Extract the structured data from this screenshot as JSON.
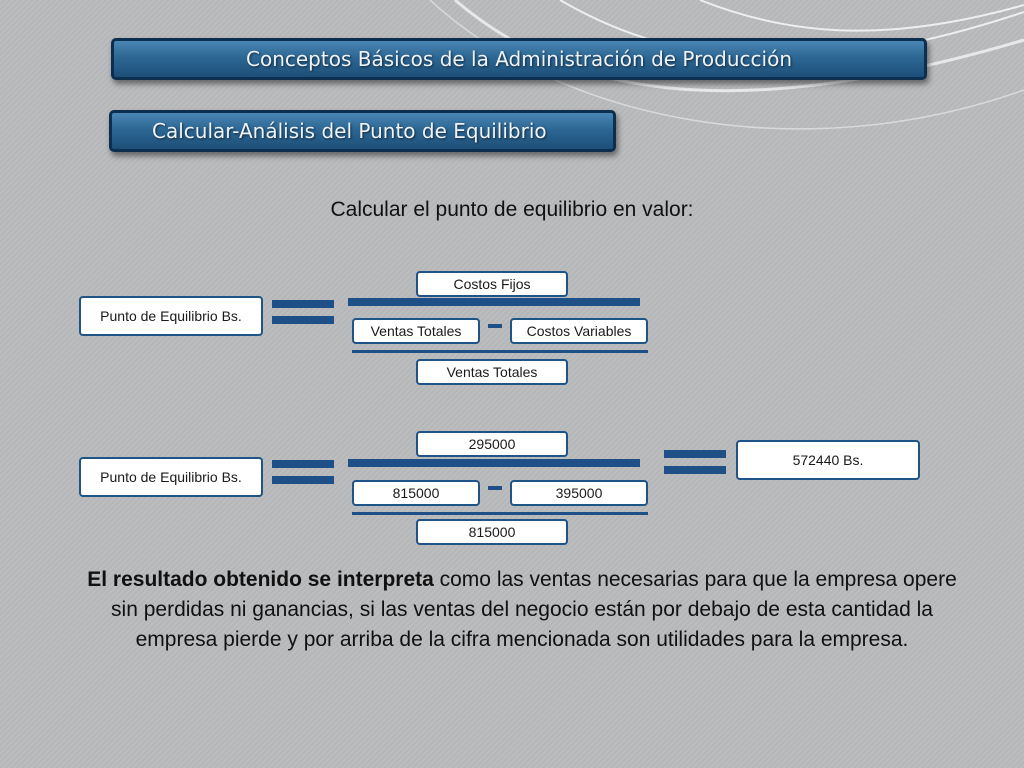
{
  "header": {
    "title": "Conceptos Básicos de la Administración de Producción",
    "subtitle": "Calcular-Análisis del Punto de Equilibrio"
  },
  "heading": "Calcular el punto de equilibrio en valor:",
  "formula": {
    "result_label": "Punto de Equilibrio Bs.",
    "numerator": "Costos Fijos",
    "minuend": "Ventas Totales",
    "subtrahend": "Costos Variables",
    "divisor": "Ventas Totales"
  },
  "calculation": {
    "result_label": "Punto de Equilibrio Bs.",
    "numerator": "295000",
    "minuend": "815000",
    "subtrahend": "395000",
    "divisor": "815000",
    "result": "572440 Bs."
  },
  "conclusion": {
    "bold_lead": "El resultado obtenido se interpreta",
    "text": " como las ventas necesarias para que la empresa opere sin perdidas ni ganancias, si las ventas del negocio están por debajo de esta cantidad la empresa pierde y por arriba de la cifra mencionada son utilidades para la empresa."
  },
  "colors": {
    "banner": "#2d6794",
    "box_border": "#1e5486",
    "operator_bar": "#1e4f86"
  }
}
